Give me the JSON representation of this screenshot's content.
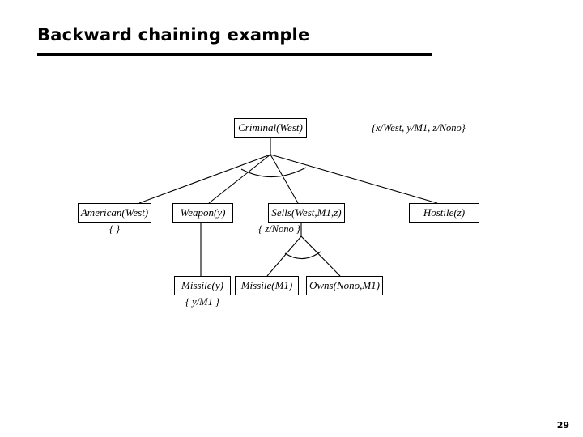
{
  "slide": {
    "title": "Backward chaining example",
    "page_number": "29"
  },
  "diagram": {
    "type": "and-or-proof-tree",
    "root": {
      "label": "Criminal(West)",
      "substitution": "{x/West, y/M1, z/Nono}"
    },
    "nodes": [
      {
        "id": "criminal",
        "label": "Criminal(West)",
        "binding": null,
        "row": 1
      },
      {
        "id": "american",
        "label": "American(West)",
        "binding": "{ }",
        "row": 2
      },
      {
        "id": "weapon",
        "label": "Weapon(y)",
        "binding": null,
        "row": 2
      },
      {
        "id": "sells",
        "label": "Sells(West,M1,z)",
        "binding": "{ z/Nono }",
        "row": 2
      },
      {
        "id": "hostile",
        "label": "Hostile(z)",
        "binding": null,
        "row": 2
      },
      {
        "id": "missile-y",
        "label": "Missile(y)",
        "binding": "{ y/M1 }",
        "row": 3
      },
      {
        "id": "missile-m1",
        "label": "Missile(M1)",
        "binding": null,
        "row": 3
      },
      {
        "id": "owns",
        "label": "Owns(Nono,M1)",
        "binding": null,
        "row": 3
      }
    ],
    "edges": [
      {
        "from": "criminal",
        "to": "american",
        "kind": "and"
      },
      {
        "from": "criminal",
        "to": "weapon",
        "kind": "and"
      },
      {
        "from": "criminal",
        "to": "sells",
        "kind": "and"
      },
      {
        "from": "criminal",
        "to": "hostile",
        "kind": "and"
      },
      {
        "from": "weapon",
        "to": "missile-y",
        "kind": "single"
      },
      {
        "from": "sells",
        "to": "missile-m1",
        "kind": "and"
      },
      {
        "from": "sells",
        "to": "owns",
        "kind": "and"
      }
    ],
    "colors": {
      "line": "#000000",
      "box_border": "#000000",
      "box_fill": "#ffffff",
      "text": "#000000",
      "background": "#ffffff"
    }
  }
}
